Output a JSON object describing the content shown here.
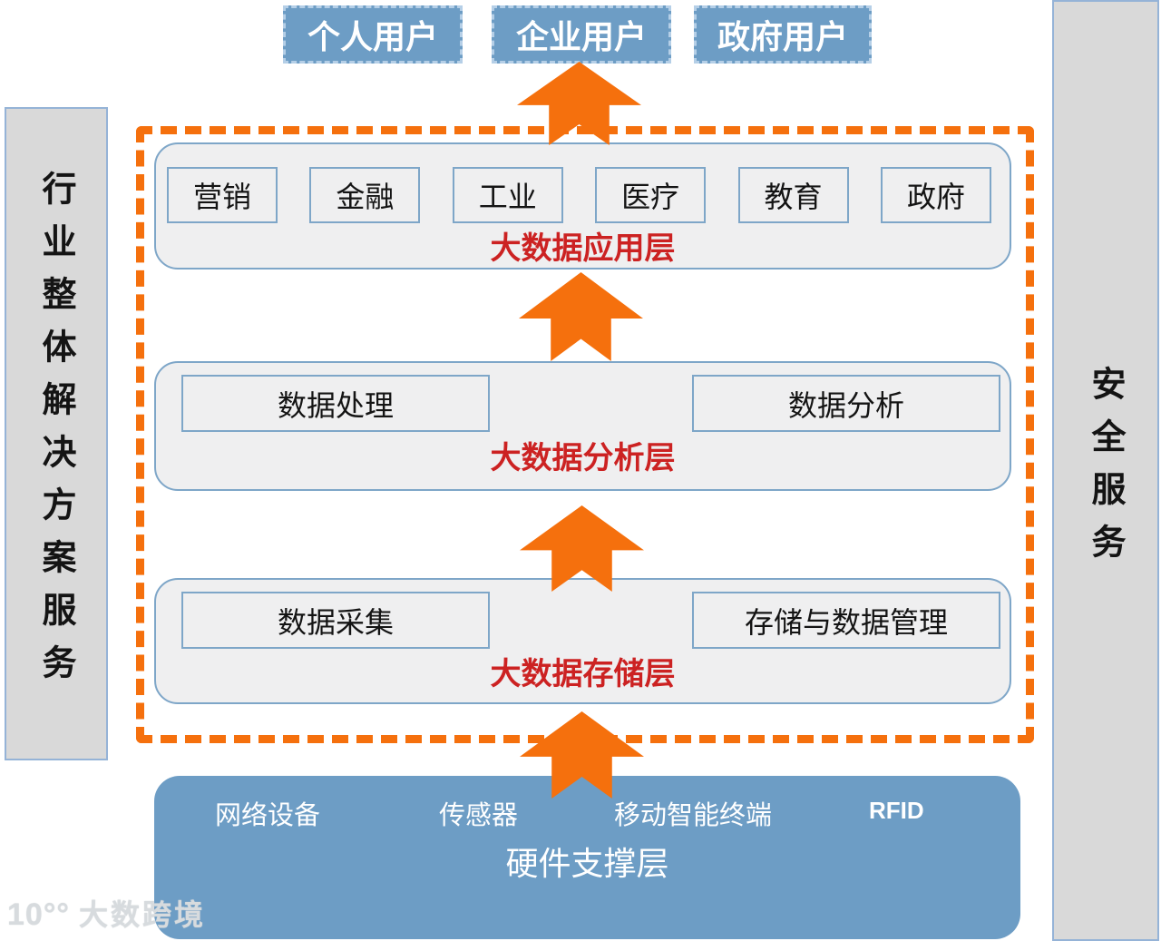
{
  "users": [
    {
      "label": "个人用户"
    },
    {
      "label": "企业用户"
    },
    {
      "label": "政府用户"
    }
  ],
  "left_bar": {
    "label": "行业整体解决方案服务"
  },
  "right_bar": {
    "label": "安全服务"
  },
  "layers": {
    "application": {
      "title": "大数据应用层",
      "items": [
        "营销",
        "金融",
        "工业",
        "医疗",
        "教育",
        "政府"
      ]
    },
    "analysis": {
      "title": "大数据分析层",
      "items": [
        "数据处理",
        "数据分析"
      ]
    },
    "storage": {
      "title": "大数据存储层",
      "items": [
        "数据采集",
        "存储与数据管理"
      ]
    }
  },
  "hardware": {
    "title": "硬件支撑层",
    "items": [
      "网络设备",
      "传感器",
      "移动智能终端",
      "RFID"
    ]
  },
  "watermark": {
    "logo": "10°°",
    "name": "大数跨境"
  },
  "colors": {
    "accent_orange": "#f5700d",
    "box_blue": "#6d9dc5",
    "title_red": "#cc2222",
    "panel_gray": "#efeff0",
    "sidebar_gray": "#d9d9d9",
    "border_blue": "#7ea6c8"
  }
}
